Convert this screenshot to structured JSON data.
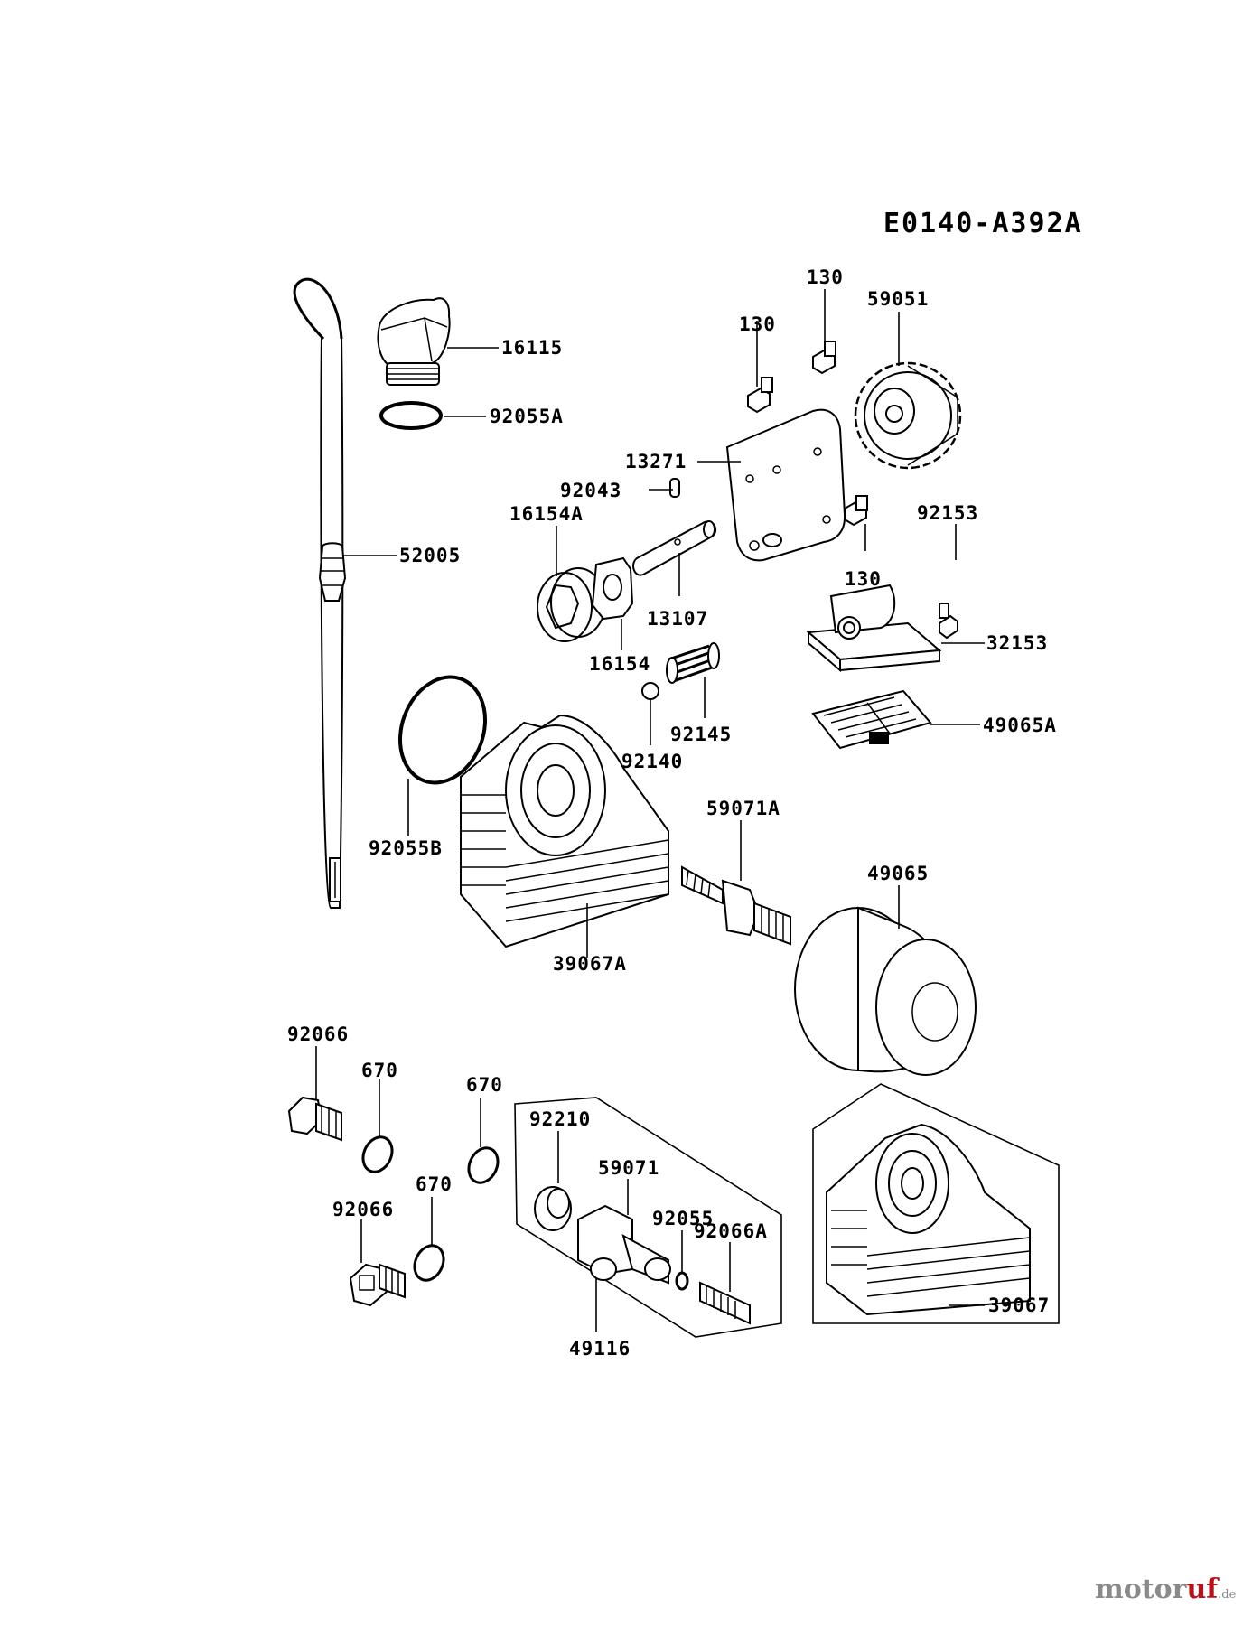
{
  "diagram_code": "E0140-A392A",
  "parts": {
    "p16115": "16115",
    "p92055A": "92055A",
    "p52005": "52005",
    "p130_a": "130",
    "p130_b": "130",
    "p130_c": "130",
    "p59051": "59051",
    "p13271": "13271",
    "p92043": "92043",
    "p16154A": "16154A",
    "p13107": "13107",
    "p16154": "16154",
    "p92153": "92153",
    "p32153": "32153",
    "p49065A": "49065A",
    "p92145": "92145",
    "p92140": "92140",
    "p92055B": "92055B",
    "p59071A": "59071A",
    "p49065": "49065",
    "p39067A": "39067A",
    "p92066_a": "92066",
    "p670_a": "670",
    "p670_b": "670",
    "p670_c": "670",
    "p92066_b": "92066",
    "p92210": "92210",
    "p59071": "59071",
    "p92055": "92055",
    "p92066A": "92066A",
    "p49116": "49116",
    "p39067": "39067"
  },
  "logo": {
    "part1": "motor",
    "part2": "uf",
    "suffix": ".de"
  }
}
